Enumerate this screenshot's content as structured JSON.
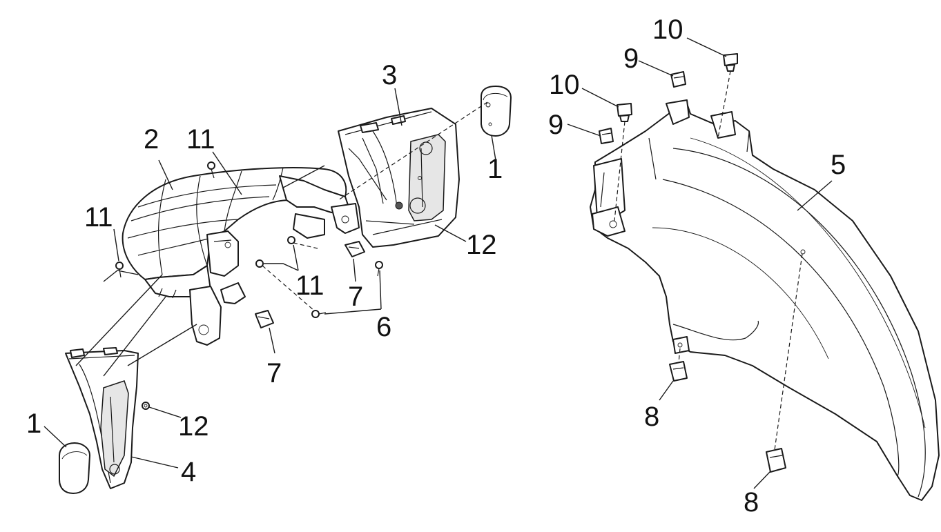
{
  "callouts": {
    "c1a": "1",
    "c1b": "1",
    "c2": "2",
    "c3": "3",
    "c4": "4",
    "c5": "5",
    "c6": "6",
    "c7a": "7",
    "c7b": "7",
    "c8a": "8",
    "c8b": "8",
    "c9a": "9",
    "c9b": "9",
    "c10a": "10",
    "c10b": "10",
    "c11a": "11",
    "c11b": "11",
    "c11c": "11",
    "c12a": "12",
    "c12b": "12"
  }
}
